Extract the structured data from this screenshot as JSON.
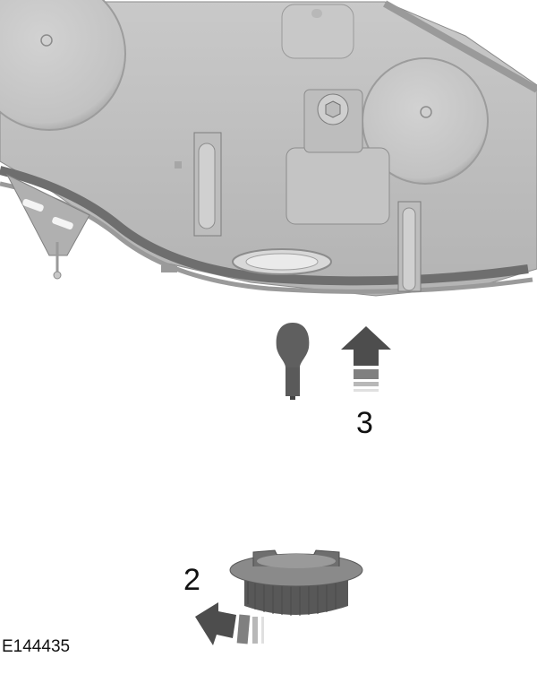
{
  "figure": {
    "reference_code": "E144435",
    "step_labels": [
      {
        "id": "3",
        "text": "3",
        "description": "Remove bulb upward"
      },
      {
        "id": "2",
        "text": "2",
        "description": "Rotate bulb holder counterclockwise"
      }
    ],
    "components": {
      "housing": "headlamp-housing-rear-view",
      "bulb": "bulb",
      "holder": "bulb-holder"
    },
    "colors": {
      "housing_light": "#c8c8c8",
      "housing_mid": "#a9a9a9",
      "housing_dark": "#7a7a7a",
      "arrow_dark": "#4d4d4d",
      "arrow_mid": "#808080",
      "arrow_light": "#b8b8b8",
      "arrow_faint": "#e0e0e0"
    }
  }
}
